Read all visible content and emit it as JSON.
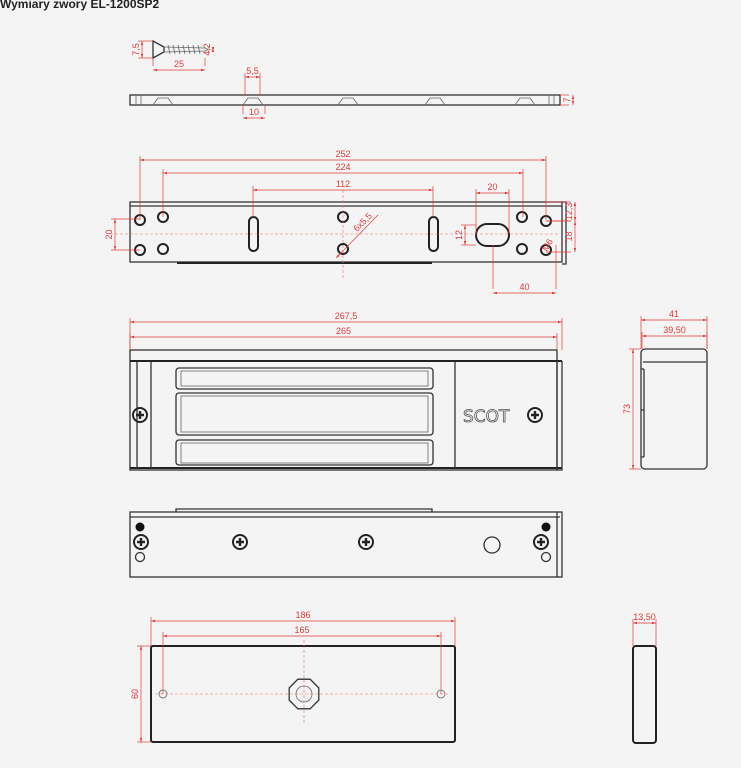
{
  "title": "Wymiary zwory EL-1200SP2",
  "logo_text": "SCOT",
  "dimensions": {
    "screw_head": "7,5",
    "screw_diameter": "4,2",
    "screw_length": "25",
    "hole_top": "5,5",
    "hole_bottom": "10",
    "bracket_thickness": "7",
    "d252": "252",
    "d224": "224",
    "d112": "112",
    "d20_slot": "20",
    "d40": "40",
    "d20_vertical": "20",
    "d12": "12",
    "d12_3": "12,3",
    "d18": "18",
    "holes_label": "6x5,5",
    "thread_label": "M6",
    "d267_5": "267,5",
    "d265": "265",
    "d41": "41",
    "d39_50": "39,50",
    "d73": "73",
    "d186": "186",
    "d165": "165",
    "d60": "60",
    "d13_50": "13,50"
  }
}
